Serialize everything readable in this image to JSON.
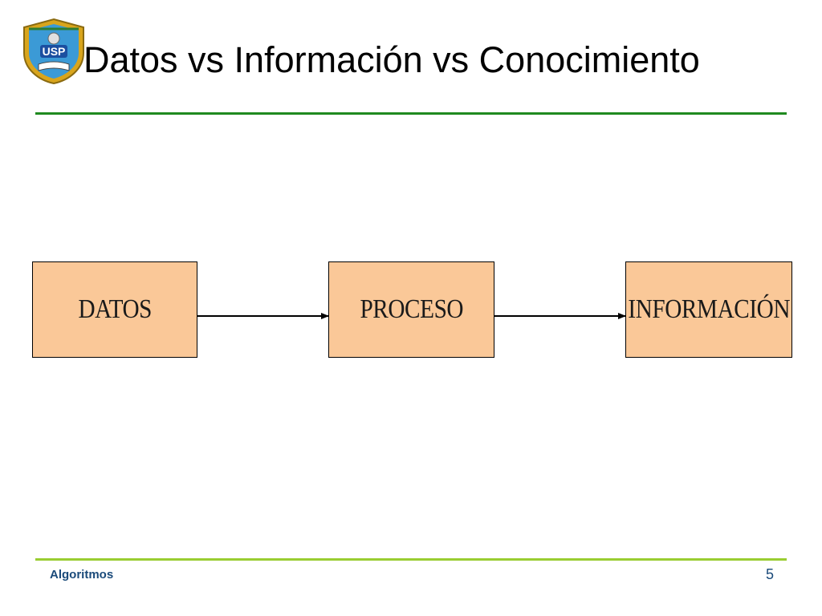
{
  "slide": {
    "title": "Datos vs Información vs Conocimiento",
    "logo_text": "USP",
    "footer_left": "Algoritmos",
    "page_number": "5"
  },
  "diagram": {
    "nodes": [
      {
        "id": "datos",
        "label": "DATOS"
      },
      {
        "id": "proceso",
        "label": "PROCESO"
      },
      {
        "id": "informacion",
        "label": "INFORMACIÓN"
      }
    ],
    "edges": [
      {
        "from": "datos",
        "to": "proceso"
      },
      {
        "from": "proceso",
        "to": "informacion"
      }
    ]
  },
  "colors": {
    "box_fill": "#fac898",
    "title_rule": "#1f8a1f",
    "footer_rule": "#9acd32",
    "footer_text": "#1a4a7a"
  }
}
